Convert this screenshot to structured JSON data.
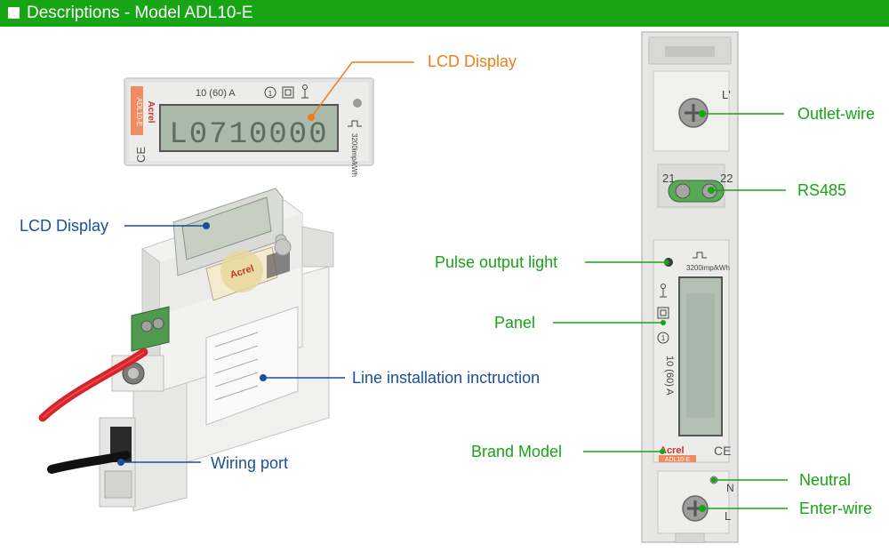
{
  "header": {
    "title": "Descriptions - Model ADL10-E"
  },
  "colors": {
    "header_bg": "#17a516",
    "orange": "#f07d14",
    "blue": "#1a4f9c",
    "green": "#17a516"
  },
  "lcd_panel": {
    "rating": "10 (60) A",
    "marking_1": "1",
    "pulse_rate": "3200imp/kWh",
    "lcd_digits": "L0710000",
    "brand": "Acrel",
    "model": "ADL10-E",
    "ce": "CE"
  },
  "side_meter": {
    "rating": "10 (60) A",
    "marking_1": "1",
    "pulse_rate": "3200imp/kWh",
    "brand": "Acrel",
    "model": "ADL10-E",
    "ce": "CE",
    "terminal_top": "L'",
    "rs485_left": "21",
    "rs485_right": "22",
    "terminal_n": "N",
    "terminal_bottom": "L"
  },
  "labels": {
    "lcd_display_top": "LCD Display",
    "lcd_display_left": "LCD Display",
    "line_installation": "Line installation inctruction",
    "wiring_port": "Wiring port",
    "outlet_wire": "Outlet-wire",
    "rs485": "RS485",
    "pulse_output_light": "Pulse output light",
    "panel": "Panel",
    "brand_model": "Brand Model",
    "neutral": "Neutral",
    "enter_wire": "Enter-wire"
  }
}
